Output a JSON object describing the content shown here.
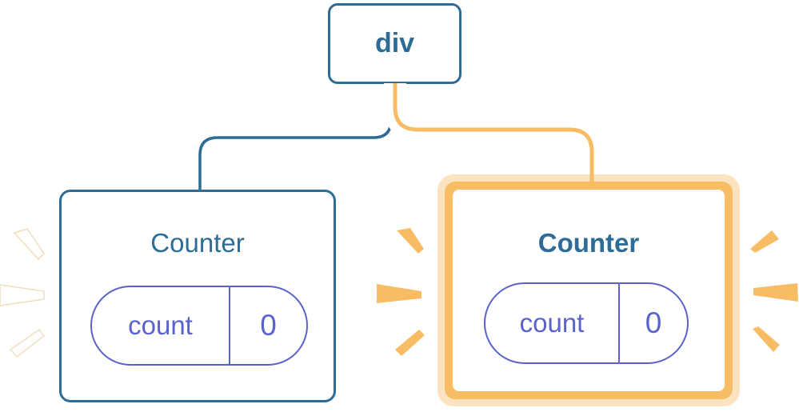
{
  "diagram": {
    "root": {
      "label": "div"
    },
    "children": [
      {
        "label": "Counter",
        "state_key": "count",
        "state_value": "0",
        "highlighted": false
      },
      {
        "label": "Counter",
        "state_key": "count",
        "state_value": "0",
        "highlighted": true
      }
    ]
  },
  "colors": {
    "blue": "#2C6C97",
    "purple": "#5A62CB",
    "orange": "#F8BC64",
    "orange_light": "#FBE3C1",
    "spark_white": "#FFFFFF"
  }
}
